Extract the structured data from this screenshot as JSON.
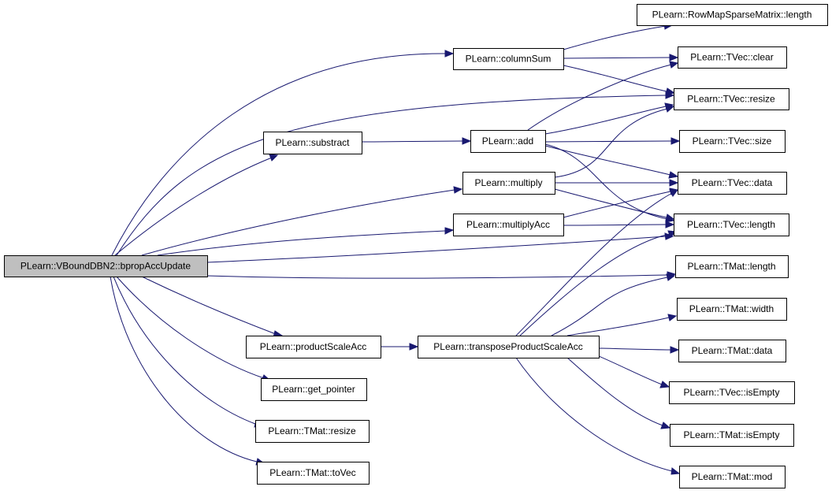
{
  "diagram": {
    "type": "call-graph",
    "nodes": [
      {
        "id": "root",
        "label": "PLearn::VBoundDBN2::bpropAccUpdate",
        "highlighted": true
      },
      {
        "id": "rowmap_length",
        "label": "PLearn::RowMapSparseMatrix::length"
      },
      {
        "id": "columnSum",
        "label": "PLearn::columnSum"
      },
      {
        "id": "tvec_clear",
        "label": "PLearn::TVec::clear"
      },
      {
        "id": "tvec_resize",
        "label": "PLearn::TVec::resize"
      },
      {
        "id": "substract",
        "label": "PLearn::substract"
      },
      {
        "id": "add",
        "label": "PLearn::add"
      },
      {
        "id": "tvec_size",
        "label": "PLearn::TVec::size"
      },
      {
        "id": "multiply",
        "label": "PLearn::multiply"
      },
      {
        "id": "tvec_data",
        "label": "PLearn::TVec::data"
      },
      {
        "id": "multiplyAcc",
        "label": "PLearn::multiplyAcc"
      },
      {
        "id": "tvec_length",
        "label": "PLearn::TVec::length"
      },
      {
        "id": "tmat_length",
        "label": "PLearn::TMat::length"
      },
      {
        "id": "tmat_width",
        "label": "PLearn::TMat::width"
      },
      {
        "id": "productScaleAcc",
        "label": "PLearn::productScaleAcc"
      },
      {
        "id": "transposeProductScaleAcc",
        "label": "PLearn::transposeProductScaleAcc"
      },
      {
        "id": "tmat_data",
        "label": "PLearn::TMat::data"
      },
      {
        "id": "get_pointer",
        "label": "PLearn::get_pointer"
      },
      {
        "id": "tvec_isEmpty",
        "label": "PLearn::TVec::isEmpty"
      },
      {
        "id": "tmat_resize",
        "label": "PLearn::TMat::resize"
      },
      {
        "id": "tmat_isEmpty",
        "label": "PLearn::TMat::isEmpty"
      },
      {
        "id": "tmat_toVec",
        "label": "PLearn::TMat::toVec"
      },
      {
        "id": "tmat_mod",
        "label": "PLearn::TMat::mod"
      }
    ],
    "edges": [
      {
        "from": "root",
        "to": "columnSum"
      },
      {
        "from": "root",
        "to": "tvec_resize"
      },
      {
        "from": "root",
        "to": "substract"
      },
      {
        "from": "root",
        "to": "multiply"
      },
      {
        "from": "root",
        "to": "multiplyAcc"
      },
      {
        "from": "root",
        "to": "tvec_length"
      },
      {
        "from": "root",
        "to": "tmat_length"
      },
      {
        "from": "root",
        "to": "productScaleAcc"
      },
      {
        "from": "root",
        "to": "get_pointer"
      },
      {
        "from": "root",
        "to": "tmat_resize"
      },
      {
        "from": "root",
        "to": "tmat_toVec"
      },
      {
        "from": "columnSum",
        "to": "rowmap_length"
      },
      {
        "from": "columnSum",
        "to": "tvec_clear"
      },
      {
        "from": "columnSum",
        "to": "tvec_resize"
      },
      {
        "from": "substract",
        "to": "add"
      },
      {
        "from": "add",
        "to": "tvec_clear"
      },
      {
        "from": "add",
        "to": "tvec_resize"
      },
      {
        "from": "add",
        "to": "tvec_size"
      },
      {
        "from": "add",
        "to": "tvec_data"
      },
      {
        "from": "add",
        "to": "tvec_length"
      },
      {
        "from": "multiply",
        "to": "tvec_resize"
      },
      {
        "from": "multiply",
        "to": "tvec_data"
      },
      {
        "from": "multiply",
        "to": "tvec_length"
      },
      {
        "from": "multiplyAcc",
        "to": "tvec_data"
      },
      {
        "from": "multiplyAcc",
        "to": "tvec_length"
      },
      {
        "from": "productScaleAcc",
        "to": "transposeProductScaleAcc"
      },
      {
        "from": "transposeProductScaleAcc",
        "to": "tvec_data"
      },
      {
        "from": "transposeProductScaleAcc",
        "to": "tvec_length"
      },
      {
        "from": "transposeProductScaleAcc",
        "to": "tmat_length"
      },
      {
        "from": "transposeProductScaleAcc",
        "to": "tmat_width"
      },
      {
        "from": "transposeProductScaleAcc",
        "to": "tmat_data"
      },
      {
        "from": "transposeProductScaleAcc",
        "to": "tvec_isEmpty"
      },
      {
        "from": "transposeProductScaleAcc",
        "to": "tmat_isEmpty"
      },
      {
        "from": "transposeProductScaleAcc",
        "to": "tmat_mod"
      }
    ],
    "colors": {
      "edge": "#191970",
      "node_fill": "#ffffff",
      "highlight_fill": "#bfbfbf",
      "node_border": "#000000"
    }
  }
}
